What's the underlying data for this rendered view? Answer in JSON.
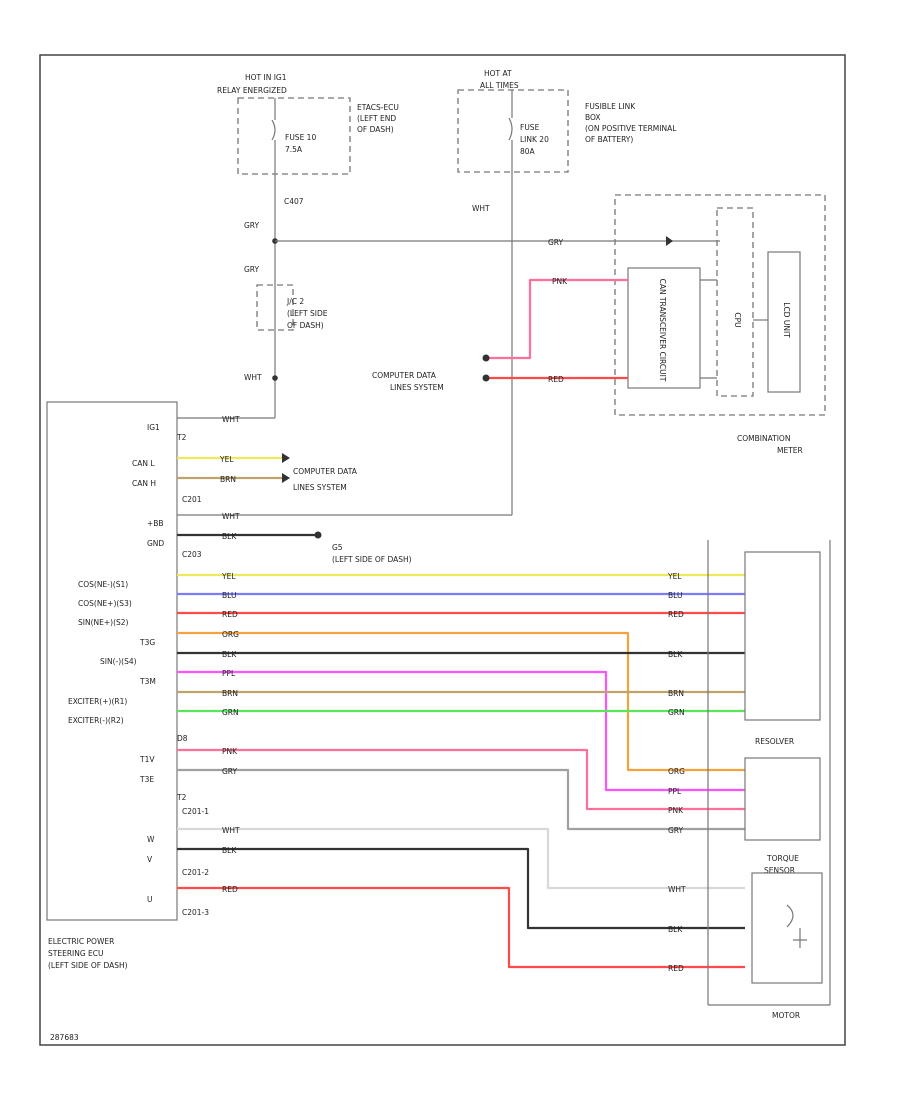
{
  "top_fuses": {
    "relay": {
      "hot_label": "HOT IN IG1",
      "relay_label": "RELAY ENERGIZED",
      "fuse_label": "FUSE 10",
      "fuse_amp": "7.5A",
      "location": [
        "ETACS-ECU",
        "(LEFT END",
        "OF DASH)"
      ],
      "connector": "C407"
    },
    "fusible": {
      "hot_label": "HOT AT",
      "relay_label": "ALL TIMES",
      "fuse_label": "FUSE",
      "fuse_link": "LINK 20",
      "fuse_amp": "80A",
      "location": [
        "FUSIBLE LINK",
        "BOX",
        "(ON POSITIVE TERMINAL",
        "OF BATTERY)"
      ]
    }
  },
  "splice": {
    "label": "J/C 2",
    "location": [
      "(LEFT SIDE",
      "OF DASH)"
    ]
  },
  "wire_colors": {
    "wht": "WHT",
    "gry": "GRY",
    "pnk": "PNK",
    "red": "RED",
    "yel": "YEL",
    "brn": "BRN",
    "blk": "BLK",
    "blu": "BLU",
    "org": "ORG",
    "ppl": "PPL",
    "grn": "GRN"
  },
  "computer_data": [
    "COMPUTER DATA",
    "LINES SYSTEM"
  ],
  "combination_meter": {
    "label": [
      "COMBINATION",
      "METER"
    ],
    "can_block": "CAN TRANSCEIVER CIRCUIT",
    "cpu": "CPU",
    "lcd": "LCD UNIT"
  },
  "ecu": {
    "label": [
      "ELECTRIC POWER",
      "STEERING ECU",
      "(LEFT SIDE OF DASH)"
    ],
    "pins_top": [
      "IG1",
      "T2",
      "CAN L",
      "CAN H"
    ],
    "pins_mid": [
      "+BB",
      "GND"
    ],
    "pins_motor": [
      "COS(NE-)(S1)",
      "COS(NE+)(S3)",
      "SIN(NE+)(S2)",
      "T3G",
      "SIN(-)(S4)",
      "T3M",
      "EXCITER(+)(R1)",
      "EXCITER(-)(R2)",
      "D8",
      "T1V",
      "T3E",
      "T2"
    ],
    "pins_power": [
      "W",
      "V",
      "U"
    ],
    "connectors": [
      "C201",
      "C203",
      "C201-1",
      "C201-2",
      "C201-3"
    ]
  },
  "ground": {
    "label": "G5",
    "location": "(LEFT SIDE OF DASH)"
  },
  "right_components": {
    "resolver": "RESOLVER",
    "torque": [
      "TORQUE",
      "SENSOR"
    ],
    "motor": "MOTOR"
  },
  "colors": {
    "yel": "#ece95a",
    "blu": "#7b7bff",
    "red": "#ff4a4a",
    "org": "#f4a23c",
    "blk": "#333333",
    "ppl": "#ff52ff",
    "brn": "#bfa36a",
    "grn": "#5ae65a",
    "pnk": "#ff6f9a",
    "gry": "#a0a0a0",
    "wht": "#d8d8d8"
  },
  "footer_code": "287683"
}
